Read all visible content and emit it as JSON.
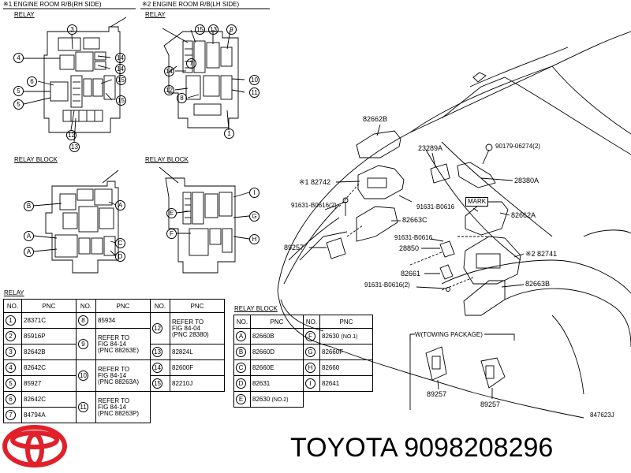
{
  "headings": {
    "rh_side": "※1 ENGINE ROOM R/B(RH SIDE)",
    "lh_side": "※2 ENGINE ROOM R/B(LH SIDE)",
    "relay_1": "RELAY",
    "relay_2": "RELAY",
    "relay_block_1": "RELAY BLOCK",
    "relay_block_2": "RELAY BLOCK",
    "relay_table": "RELAY",
    "relay_block_table": "RELAY BLOCK",
    "towing": "W(TOWING PACKAGE)"
  },
  "rh_callouts": [
    "3",
    "4",
    "14",
    "14",
    "6",
    "15",
    "5",
    "15",
    "5",
    "12",
    "13"
  ],
  "lh_callouts": [
    "15",
    "13",
    "9",
    "14",
    "7",
    "10",
    "12",
    "8",
    "11",
    "1"
  ],
  "rb_callouts_rh": [
    "B",
    "A",
    "A",
    "C",
    "A",
    "D"
  ],
  "rb_callouts_lh": [
    "I",
    "E",
    "G",
    "F",
    "H"
  ],
  "parts": {
    "p82662B": "82662B",
    "p23289A": "23289A",
    "p90179": "90179-06274(2)",
    "p82742": "※1 82742",
    "p28380A": "28380A",
    "p91631a": "91631-B0616(2)",
    "p91631b": "91631-B0616",
    "mark": "MARK",
    "p82662A": "82662A",
    "p82663C": "82663C",
    "p91631c": "91631-B0616",
    "p89257a": "89257",
    "p28850": "28850",
    "p82741": "※2 82741",
    "p82661": "82661",
    "p91631d": "91631-B0616(2)",
    "p82663B": "82663B",
    "p89257b": "89257",
    "p89257c": "89257",
    "figno": "847623J"
  },
  "relay_table": {
    "headers": [
      "NO.",
      "PNC",
      "NO.",
      "PNC",
      "NO.",
      "PNC"
    ],
    "col1": [
      {
        "no": "1",
        "pnc": "28371C"
      },
      {
        "no": "2",
        "pnc": "85916P"
      },
      {
        "no": "3",
        "pnc": "82642B"
      },
      {
        "no": "4",
        "pnc": "82642C"
      },
      {
        "no": "5",
        "pnc": "85927"
      },
      {
        "no": "6",
        "pnc": "82642C"
      },
      {
        "no": "7",
        "pnc": "84794A"
      }
    ],
    "col2": [
      {
        "no": "8",
        "pnc": "85934"
      },
      {
        "no": "9",
        "pnc": [
          "REFER TO",
          "FIG 84-14",
          "(PNC 88263E)"
        ]
      },
      {
        "no": "10",
        "pnc": [
          "REFER TO",
          "FIG 84-14",
          "(PNC 88263A)"
        ]
      },
      {
        "no": "11",
        "pnc": [
          "REFER TO",
          "FIG 84-14",
          "(PNC 88263P)"
        ]
      }
    ],
    "col3": [
      {
        "no": "12",
        "pnc": [
          "REFER TO",
          "FIG 84-04",
          "(PNC 28380)"
        ]
      },
      {
        "no": "13",
        "pnc": "82824L"
      },
      {
        "no": "14",
        "pnc": "82600F"
      },
      {
        "no": "15",
        "pnc": "82210J"
      }
    ]
  },
  "relay_block_table": {
    "headers": [
      "NO.",
      "PNC",
      "NO.",
      "PNC"
    ],
    "col1": [
      {
        "no": "A",
        "pnc": "82660B"
      },
      {
        "no": "B",
        "pnc": "82660D"
      },
      {
        "no": "C",
        "pnc": "82660E"
      },
      {
        "no": "D",
        "pnc": "82631"
      },
      {
        "no": "E",
        "pnc": "82630",
        "note": "(NO.2)"
      }
    ],
    "col2": [
      {
        "no": "F",
        "pnc": "82630",
        "note": "(NO.1)"
      },
      {
        "no": "G",
        "pnc": "82660F"
      },
      {
        "no": "H",
        "pnc": "82660"
      },
      {
        "no": "I",
        "pnc": "82641"
      }
    ]
  },
  "brand": "TOYOTA 9098208296",
  "colors": {
    "logo": "#e0202a",
    "ink": "#000000"
  }
}
